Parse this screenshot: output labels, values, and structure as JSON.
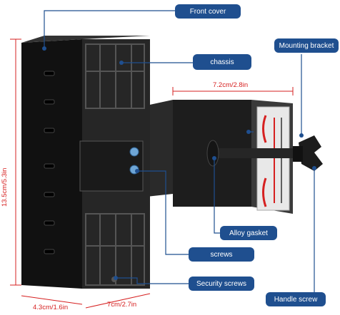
{
  "labels": {
    "front_cover": "Front cover",
    "chassis": "chassis",
    "mounting_bracket": "Mounting bracket",
    "alloy_gasket": "Alloy gasket",
    "screws": "screws",
    "security_screws": "Security screws",
    "handle_screw": "Handle screw"
  },
  "dimensions": {
    "height": "13.5cm/5.3in",
    "bracket_width": "7.2cm/2.8in",
    "front_width": "4.3cm/1.6in",
    "depth": "7cm/2.7in"
  },
  "colors": {
    "label_bg": "#1f4f8f",
    "dimension": "#d62020",
    "body": "#1a1a1a"
  }
}
